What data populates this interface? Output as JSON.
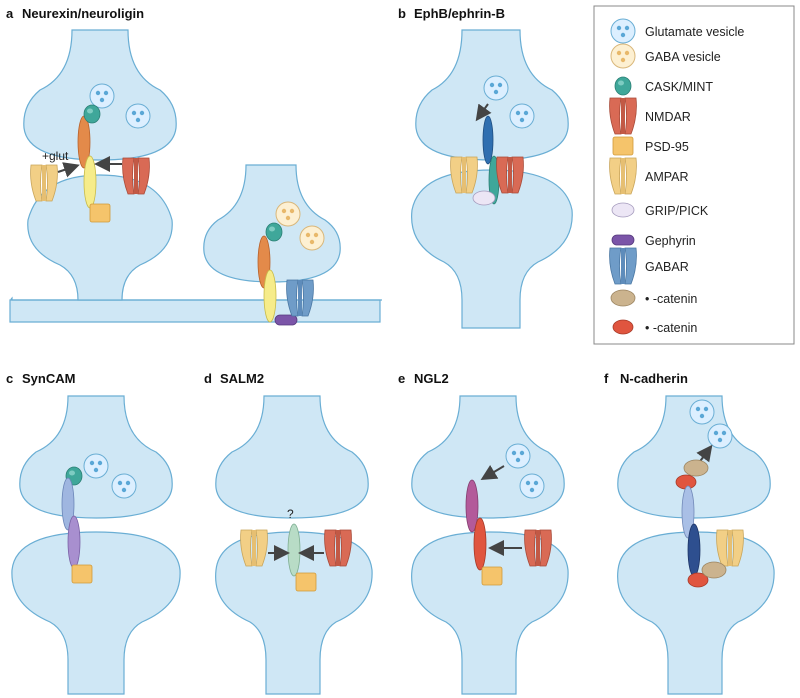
{
  "panels": {
    "a": {
      "letter": "a",
      "title": "Neurexin/neuroligin",
      "note": "+glut"
    },
    "b": {
      "letter": "b",
      "title": "EphB/ephrin-B"
    },
    "c": {
      "letter": "c",
      "title": "SynCAM"
    },
    "d": {
      "letter": "d",
      "title": "SALM2",
      "note": "?"
    },
    "e": {
      "letter": "e",
      "title": "NGL2"
    },
    "f": {
      "letter": "f",
      "title": "N-cadherin"
    }
  },
  "legend": {
    "items": [
      {
        "label": "Glutamate vesicle",
        "icon": "glutamate-vesicle-icon"
      },
      {
        "label": "GABA vesicle",
        "icon": "gaba-vesicle-icon"
      },
      {
        "label": "CASK/MINT",
        "icon": "cask-mint-icon"
      },
      {
        "label": "NMDAR",
        "icon": "nmdar-icon"
      },
      {
        "label": "PSD-95",
        "icon": "psd95-icon"
      },
      {
        "label": "AMPAR",
        "icon": "ampar-icon"
      },
      {
        "label": "GRIP/PICK",
        "icon": "grip-pick-icon"
      },
      {
        "label": "Gephyrin",
        "icon": "gephyrin-icon"
      },
      {
        "label": "GABAR",
        "icon": "gabar-icon"
      },
      {
        "label": "• -catenin",
        "icon": "beta-catenin-icon"
      },
      {
        "label": "• -catenin",
        "icon": "alpha-catenin-icon"
      }
    ]
  },
  "colors": {
    "cell_fill": "#cfe7f5",
    "cell_stroke": "#6aaed4",
    "glutamate_vesicle": "#dcefff",
    "gaba_vesicle": "#fdf0d2",
    "cask_mint": "#3fa79a",
    "nmdar": "#d96a55",
    "psd95": "#f5c46b",
    "ampar": "#f2cf86",
    "grip_pick": "#ece6f5",
    "gephyrin": "#7b55a8",
    "gabar": "#6f9cc8",
    "beta_catenin": "#cbb38e",
    "alpha_catenin": "#e0553f",
    "neurexin": "#e38a4a",
    "neuroligin": "#f6ec8a",
    "ephb": "#2f6fb0",
    "syncam": "#9fb6e0",
    "salm2": "#b8dcc6",
    "ngl2_pre": "#b35a9a",
    "ngl2_post": "#e0553f",
    "ncadherin_pre": "#a9bfe6",
    "ncadherin_post": "#2e4f8f"
  }
}
